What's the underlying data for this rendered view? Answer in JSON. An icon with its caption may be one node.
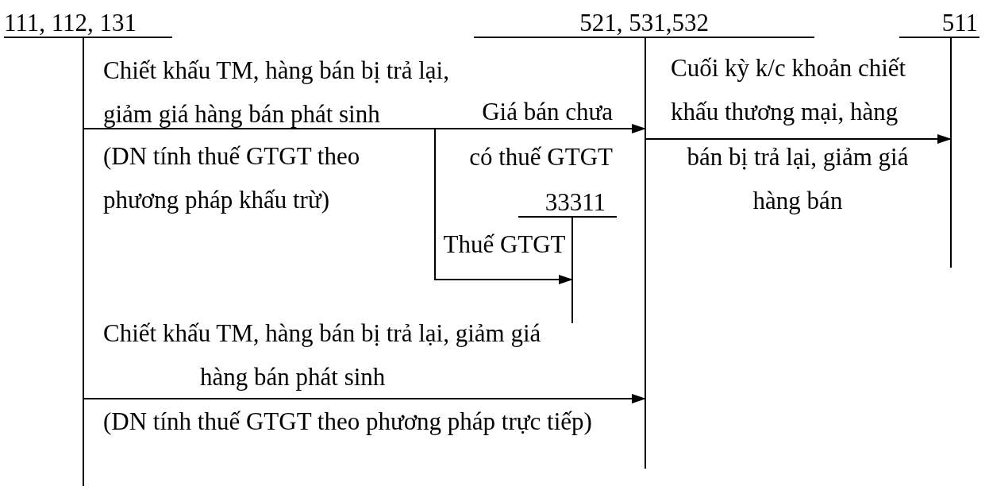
{
  "diagram": {
    "nodes": [
      {
        "text": [
          "111, 112, 131"
        ]
      },
      {
        "text": [
          "521, 531,532"
        ]
      },
      {
        "text": [
          "511"
        ]
      },
      {
        "text": [
          "33311"
        ]
      }
    ],
    "edges": [
      {
        "from": 0,
        "to": 1,
        "arrow": "to"
      },
      {
        "from": 0,
        "to": 3,
        "arrow": "to",
        "label": "Thuế GTGT"
      },
      {
        "from": 1,
        "to": 2,
        "arrow": "to"
      },
      {
        "from": 0,
        "to": 1,
        "arrow": "to"
      }
    ],
    "labels": [
      "Chiết khấu TM, hàng bán bị trả lại, giảm giá hàng bán phát sinh",
      "Giá bán chưa",
      "(DN tính thuế GTGT theo phương pháp khấu trừ)",
      "có thuế GTGT",
      "Cuối kỳ k/c khoản chiết khấu thương mại, hàng",
      "bán bị trả lại, giảm giá hàng bán",
      "Chiết khấu TM, hàng bán bị trả lại, giảm giá hàng bán phát sinh",
      "(DN tính thuế GTGT theo phương pháp trực tiếp)"
    ]
  }
}
